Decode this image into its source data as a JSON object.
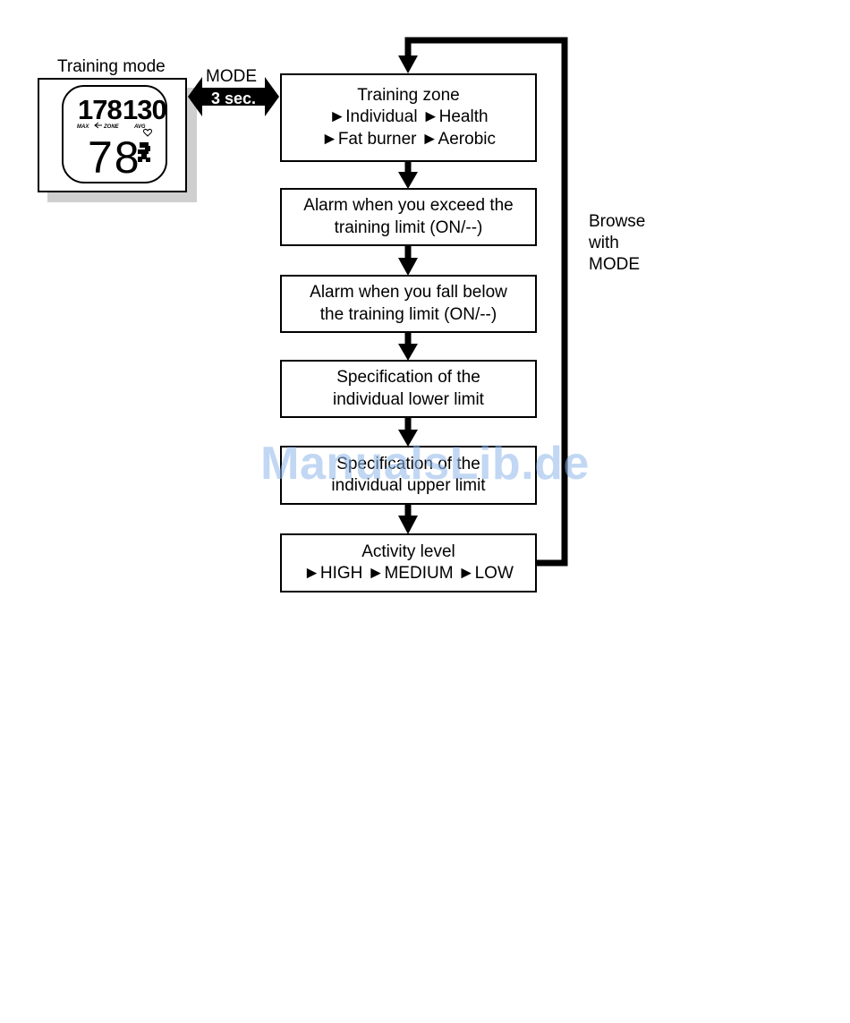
{
  "training_mode_label": "Training mode",
  "device": {
    "top_left": "178",
    "top_right": "130",
    "label_max": "MAX",
    "label_zone": "ZONE",
    "label_avg": "AVG",
    "big_value": "78"
  },
  "mode_label": "MODE",
  "mode_duration": "3 sec.",
  "boxes": [
    {
      "line1": "Training zone",
      "line2": "►Individual ►Health",
      "line3": "►Fat burner ►Aerobic"
    },
    {
      "line1": "Alarm when you exceed the",
      "line2": "training limit (ON/--)"
    },
    {
      "line1": "Alarm when you fall below",
      "line2": "the training limit (ON/--)"
    },
    {
      "line1": "Specification of the",
      "line2": "individual lower limit"
    },
    {
      "line1": "Specification of the",
      "line2": "individual upper limit"
    },
    {
      "line1": "Activity level",
      "line2": "►HIGH ►MEDIUM ►LOW"
    }
  ],
  "browse_label": {
    "line1": "Browse",
    "line2": "with",
    "line3": "MODE"
  },
  "watermark": "ManualsLib.de"
}
